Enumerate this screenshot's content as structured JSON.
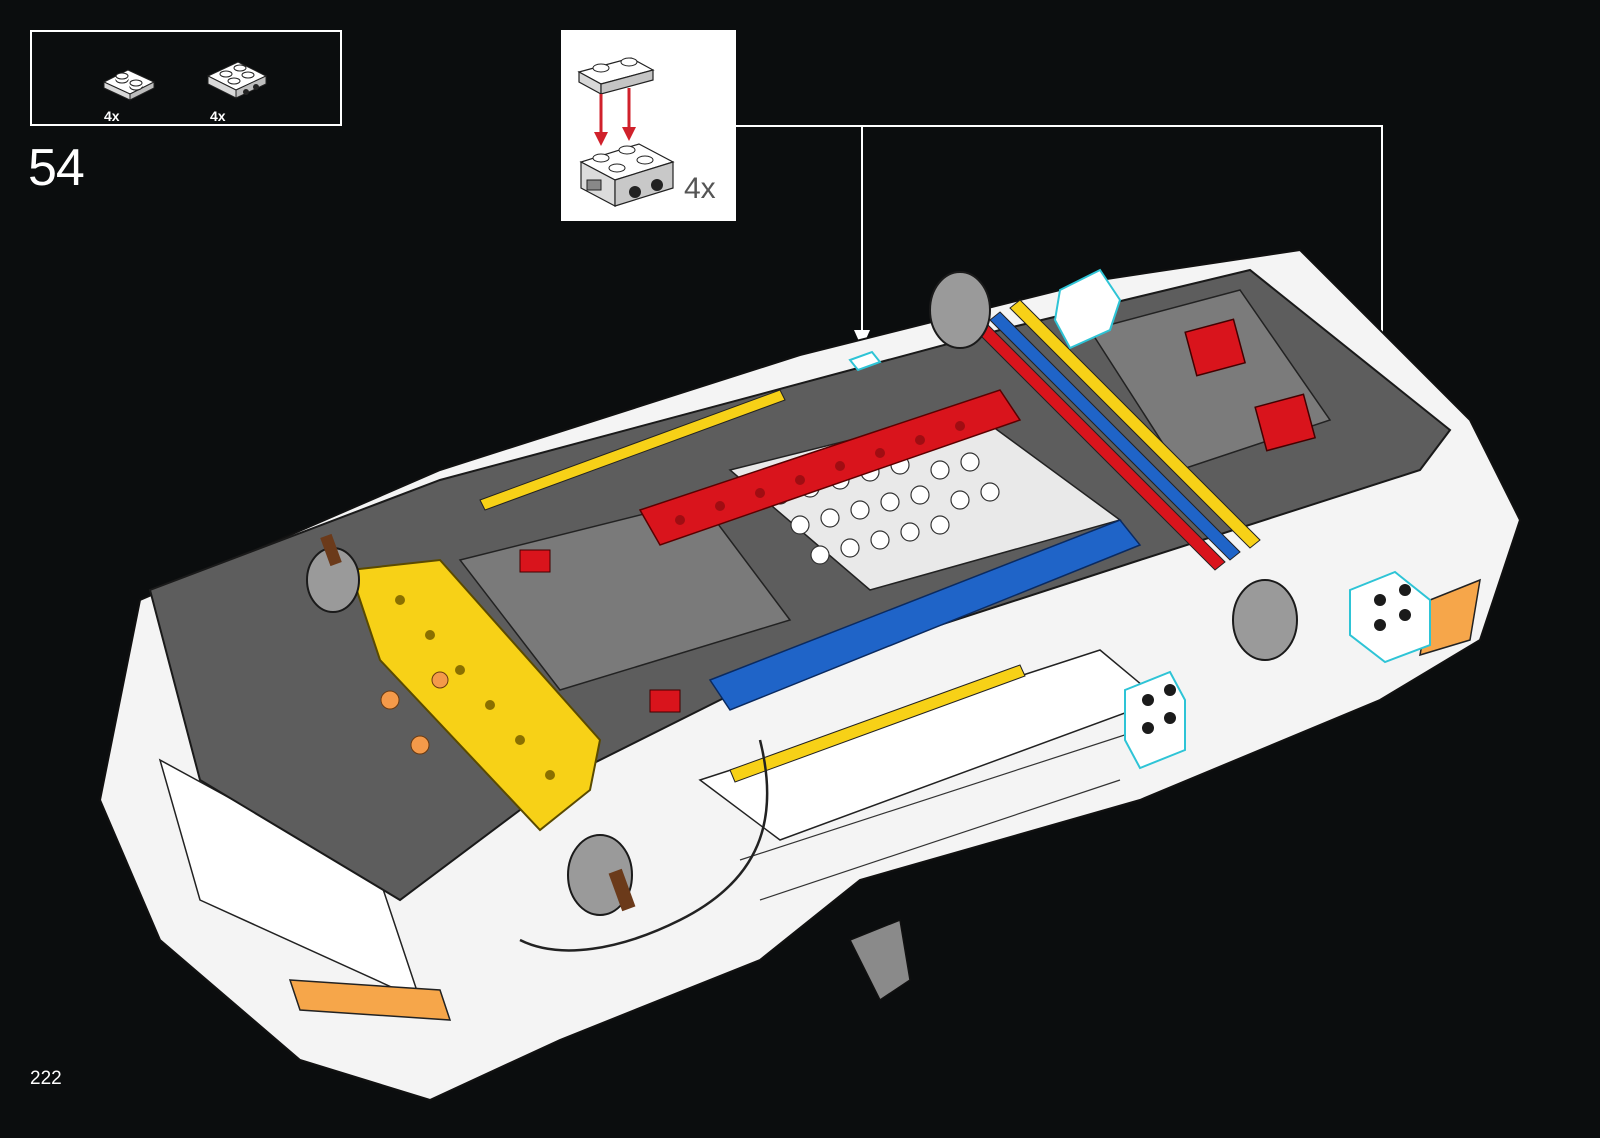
{
  "page": {
    "number": "222",
    "background_color": "#0b0d0e"
  },
  "step": {
    "number": "54"
  },
  "parts_list": [
    {
      "icon": "plate-1x2-white-icon",
      "quantity": "4x",
      "color": "#ffffff"
    },
    {
      "icon": "bracket-plate-2x2-white-icon",
      "quantity": "4x",
      "color": "#ffffff"
    }
  ],
  "sub_assembly": {
    "quantity": "4x",
    "arrow_color": "#d0212b"
  },
  "model": {
    "icon": "lego-car-chassis-icon",
    "colors": {
      "body": "#ffffff",
      "frame": "#6b6b6b",
      "beam_red": "#d9141c",
      "beam_blue": "#1f64c8",
      "beam_yellow": "#f7d117",
      "highlight_outline": "#2ec4d6"
    }
  }
}
